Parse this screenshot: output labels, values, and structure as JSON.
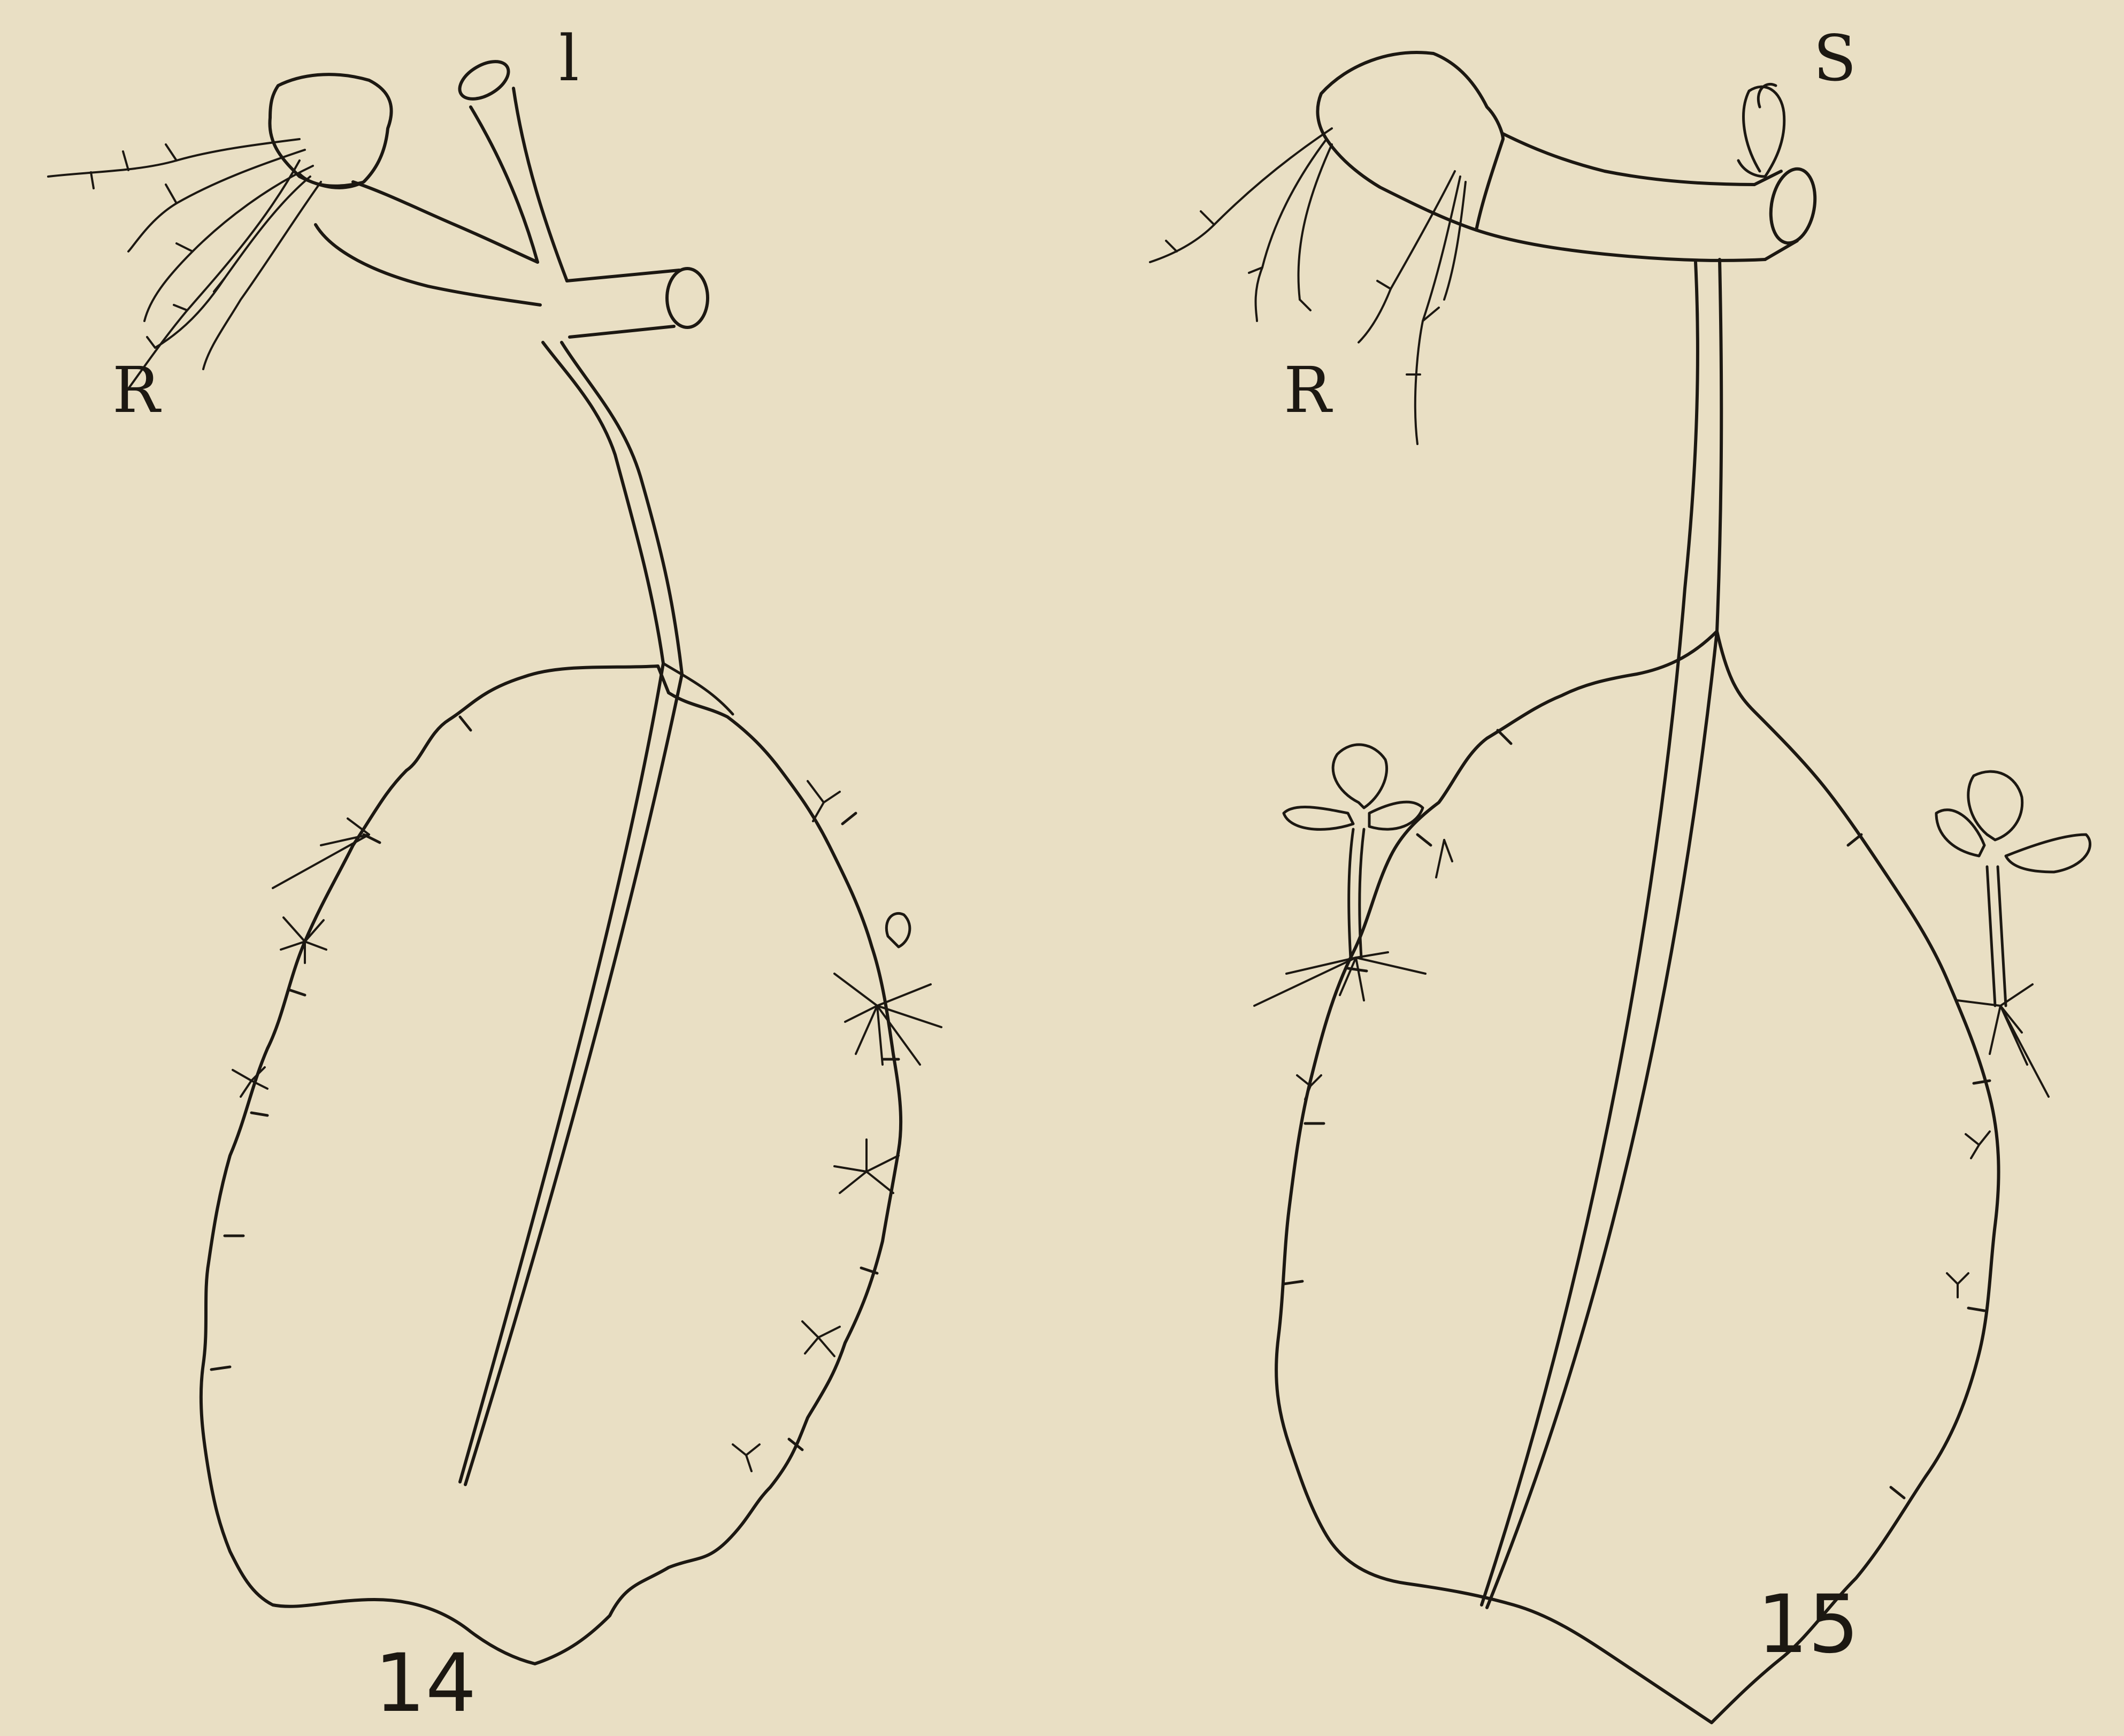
{
  "figures": [
    {
      "number": "14",
      "labels": {
        "roots": "R",
        "leaf_stalk": "l"
      }
    },
    {
      "number": "15",
      "labels": {
        "roots": "R",
        "shoot": "S"
      }
    }
  ],
  "colors": {
    "paper": "#e9dfc4",
    "ink": "#1c1812"
  }
}
